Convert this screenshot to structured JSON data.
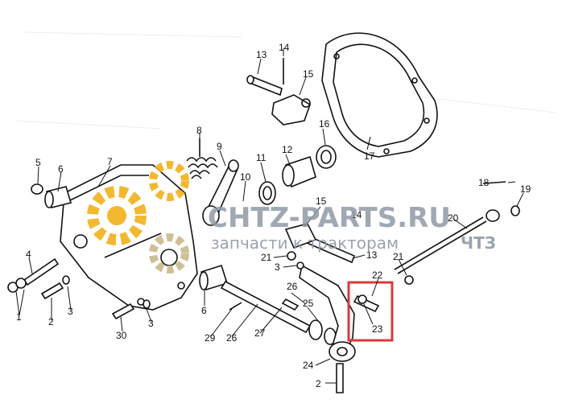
{
  "watermark": {
    "brand": "CHTZ-PARTS.RU",
    "tagline": "запчасти к тракторам",
    "tagline_brand": "ЧТЗ"
  },
  "part_labels": [
    {
      "id": "p1",
      "text": "1"
    },
    {
      "id": "p2a",
      "text": "2"
    },
    {
      "id": "p2b",
      "text": "2"
    },
    {
      "id": "p3a",
      "text": "3"
    },
    {
      "id": "p3b",
      "text": "3"
    },
    {
      "id": "p3c",
      "text": "3"
    },
    {
      "id": "p4",
      "text": "4"
    },
    {
      "id": "p5",
      "text": "5"
    },
    {
      "id": "p6a",
      "text": "6"
    },
    {
      "id": "p6b",
      "text": "6"
    },
    {
      "id": "p7",
      "text": "7"
    },
    {
      "id": "p8",
      "text": "8"
    },
    {
      "id": "p9",
      "text": "9"
    },
    {
      "id": "p10",
      "text": "10"
    },
    {
      "id": "p11",
      "text": "11"
    },
    {
      "id": "p12",
      "text": "12"
    },
    {
      "id": "p13a",
      "text": "13"
    },
    {
      "id": "p13b",
      "text": "13"
    },
    {
      "id": "p14a",
      "text": "14"
    },
    {
      "id": "p14b",
      "text": "14"
    },
    {
      "id": "p15a",
      "text": "15"
    },
    {
      "id": "p15b",
      "text": "15"
    },
    {
      "id": "p16",
      "text": "16"
    },
    {
      "id": "p17",
      "text": "17"
    },
    {
      "id": "p18",
      "text": "18"
    },
    {
      "id": "p19",
      "text": "19"
    },
    {
      "id": "p20",
      "text": "20"
    },
    {
      "id": "p21a",
      "text": "21"
    },
    {
      "id": "p21b",
      "text": "21"
    },
    {
      "id": "p22",
      "text": "22"
    },
    {
      "id": "p23",
      "text": "23"
    },
    {
      "id": "p24",
      "text": "24"
    },
    {
      "id": "p25",
      "text": "25"
    },
    {
      "id": "p26a",
      "text": "26"
    },
    {
      "id": "p26b",
      "text": "26"
    },
    {
      "id": "p27",
      "text": "27"
    },
    {
      "id": "p29",
      "text": "29"
    },
    {
      "id": "p30",
      "text": "30"
    }
  ],
  "highlight": {
    "part": "23",
    "color": "#d9393c"
  },
  "colors": {
    "gear_accent": "#f2b11c",
    "gear_muted": "#c9b98c",
    "ink": "#111111"
  }
}
